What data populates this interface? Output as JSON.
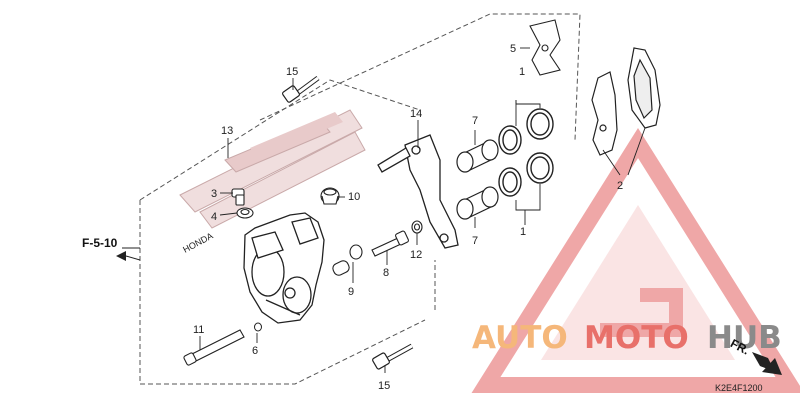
{
  "diagram": {
    "callouts": {
      "c1a": "1",
      "c1b": "1",
      "c2": "2",
      "c3": "3",
      "c4": "4",
      "c5": "5",
      "c6": "6",
      "c7a": "7",
      "c7b": "7",
      "c8": "8",
      "c9": "9",
      "c10": "10",
      "c11": "11",
      "c12": "12",
      "c13": "13",
      "c14": "14",
      "c15a": "15",
      "c15b": "15"
    },
    "page_ref": "F-5-10",
    "direction_label": "FR.",
    "figure_code": "K2E4F1200",
    "caliper_brand_text": "HONDA"
  },
  "watermark": {
    "part1": "AUTO",
    "part2": "MOTO",
    "part3": "HUB",
    "colors": {
      "orange": "#f5b77a",
      "red": "#e8706a",
      "gray": "#8a8a8a"
    }
  }
}
